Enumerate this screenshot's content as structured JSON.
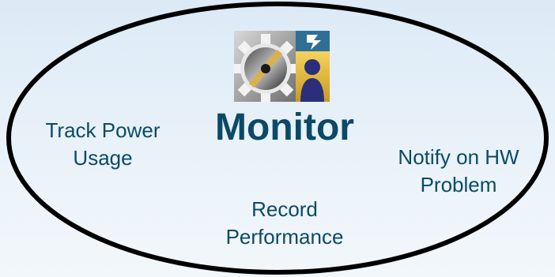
{
  "diagram": {
    "center": {
      "title": "Monitor",
      "icon": "gear-and-person-icon"
    },
    "items": [
      {
        "id": "track",
        "lines": [
          "Track Power",
          "Usage"
        ]
      },
      {
        "id": "notify",
        "lines": [
          "Notify on HW",
          "Problem"
        ]
      },
      {
        "id": "record",
        "lines": [
          "Record",
          "Performance"
        ]
      }
    ]
  },
  "colors": {
    "text": "#0b4a66",
    "outline": "#000000",
    "background": "#e6f0f8"
  }
}
